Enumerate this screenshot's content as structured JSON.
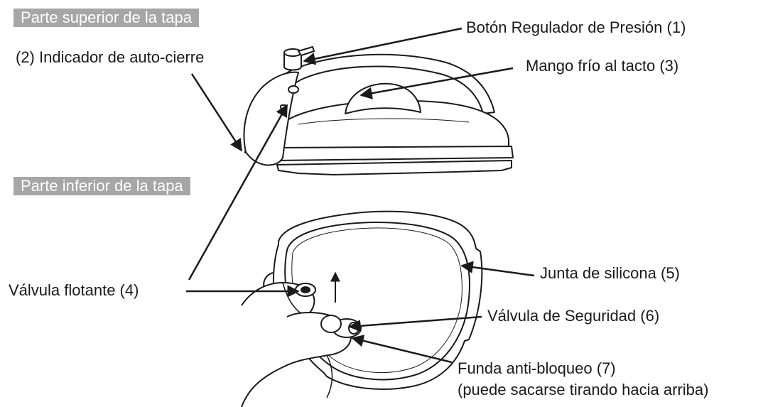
{
  "sections": {
    "top": "Parte superior de la tapa",
    "bottom": "Parte inferior de la tapa"
  },
  "labels": {
    "pressure_button": "Botón Regulador de Presión (1)",
    "auto_lock": "(2) Indicador de auto-cierre",
    "cool_handle": "Mango frío al tacto (3)",
    "float_valve": "Válvula flotante (4)",
    "silicone_gasket": "Junta de silicona (5)",
    "safety_valve": "Válvula de Seguridad (6)",
    "anti_block_cover": "Funda anti-bloqueo (7)",
    "anti_block_note": "(puede sacarse tirando hacia arriba)"
  },
  "colors": {
    "tag_background": "#a6a6a6",
    "tag_text": "#ffffff",
    "line_art": "#1a1a1a"
  }
}
